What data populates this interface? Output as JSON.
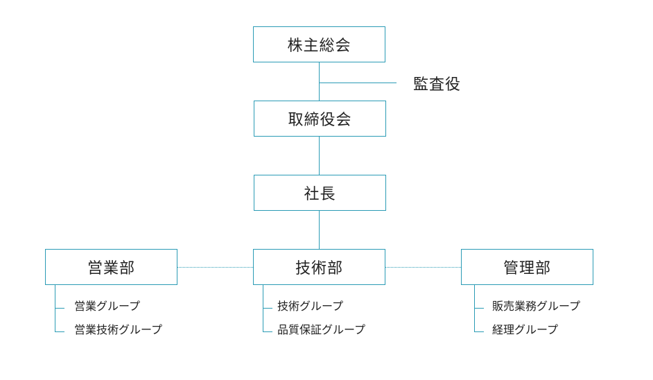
{
  "org": {
    "agm": "株主総会",
    "auditor": "監査役",
    "board": "取締役会",
    "president": "社長",
    "departments": [
      {
        "name": "営業部",
        "groups": [
          "営業グループ",
          "営業技術グループ"
        ]
      },
      {
        "name": "技術部",
        "groups": [
          "技術グループ",
          "品質保証グループ"
        ]
      },
      {
        "name": "管理部",
        "groups": [
          "販売業務グループ",
          "経理グループ"
        ]
      }
    ],
    "colors": {
      "line": "#2a9bb5",
      "text": "#222222"
    }
  }
}
